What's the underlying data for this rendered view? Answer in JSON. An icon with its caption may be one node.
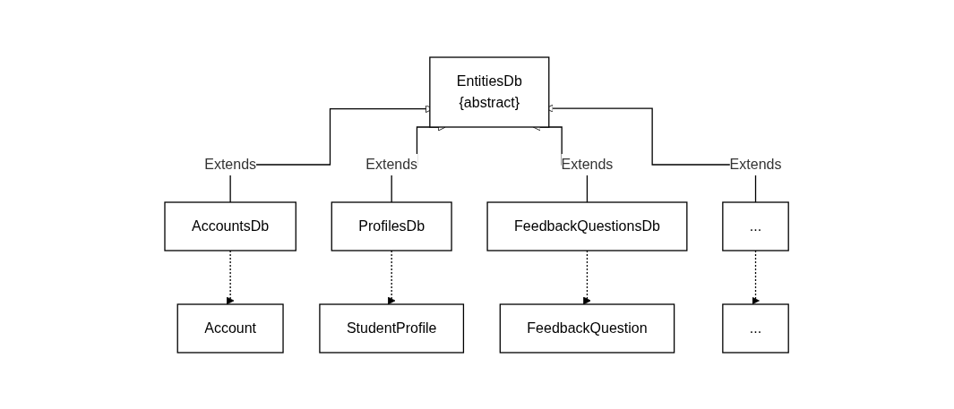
{
  "diagram": {
    "nodes": [
      {
        "text": [
          "EntitiesDb",
          "{abstract}"
        ]
      },
      {
        "text": [
          "AccountsDb"
        ]
      },
      {
        "text": [
          "ProfilesDb"
        ]
      },
      {
        "text": [
          "FeedbackQuestionsDb"
        ]
      },
      {
        "text": [
          "..."
        ]
      },
      {
        "text": [
          "Account"
        ]
      },
      {
        "text": [
          "StudentProfile"
        ]
      },
      {
        "text": [
          "FeedbackQuestion"
        ]
      },
      {
        "text": [
          "..."
        ]
      }
    ],
    "edges": [
      {
        "from": 1,
        "to": 0,
        "arrow": "to",
        "label": "Extends"
      },
      {
        "from": 2,
        "to": 0,
        "arrow": "to",
        "label": "Extends"
      },
      {
        "from": 3,
        "to": 0,
        "arrow": "to",
        "label": "Extends"
      },
      {
        "from": 4,
        "to": 0,
        "arrow": "to",
        "label": "Extends"
      },
      {
        "from": 1,
        "to": 5,
        "arrow": "to",
        "style": "dashed"
      },
      {
        "from": 2,
        "to": 6,
        "arrow": "to",
        "style": "dashed"
      },
      {
        "from": 3,
        "to": 7,
        "arrow": "to",
        "style": "dashed"
      },
      {
        "from": 4,
        "to": 8,
        "arrow": "to",
        "style": "dashed"
      }
    ]
  }
}
